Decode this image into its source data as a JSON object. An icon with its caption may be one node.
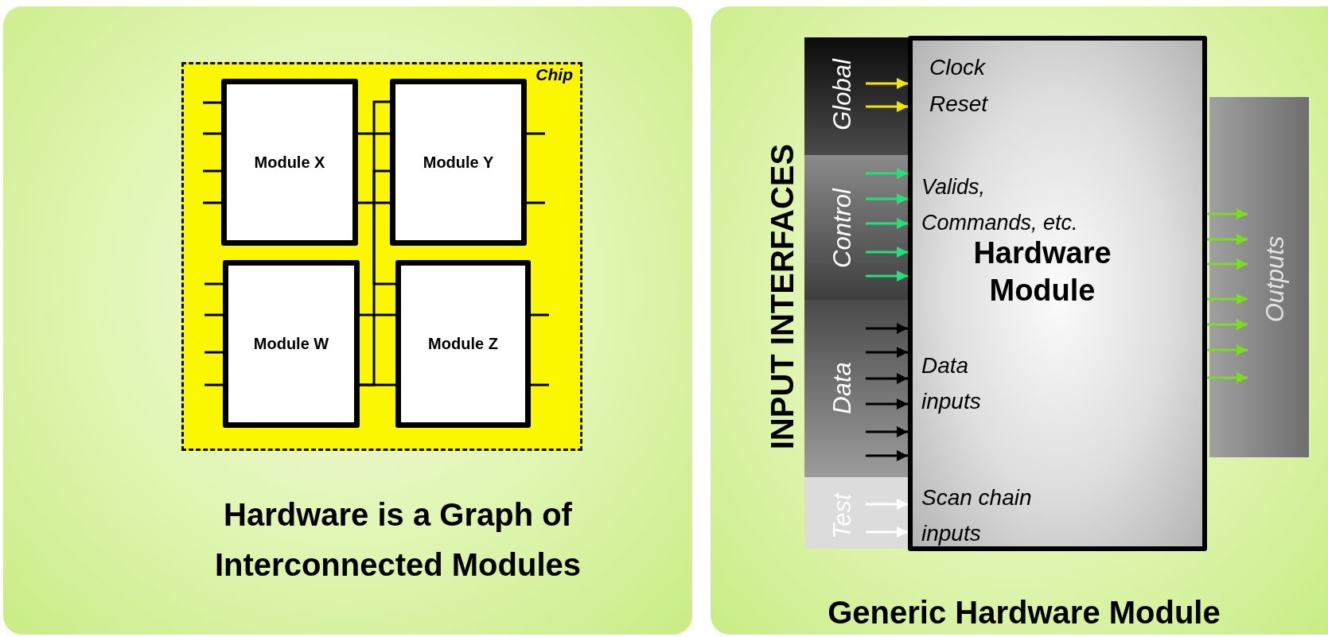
{
  "diagram": {
    "nodes": [
      {
        "text": [
          "Hardware is a Graph of Interconnected Modules"
        ]
      },
      {
        "text": [
          "Chip"
        ],
        "in": 0
      },
      {
        "text": [
          "Module X"
        ],
        "in": 1
      },
      {
        "text": [
          "Module Y"
        ],
        "in": 1
      },
      {
        "text": [
          "Module W"
        ],
        "in": 1
      },
      {
        "text": [
          "Module Z"
        ],
        "in": 1
      },
      {
        "text": [
          "Generic Hardware Module"
        ]
      },
      {
        "text": [
          "Global"
        ],
        "in": 6
      },
      {
        "text": [
          "Control"
        ],
        "in": 6
      },
      {
        "text": [
          "Data"
        ],
        "in": 6
      },
      {
        "text": [
          "Test"
        ],
        "in": 6
      },
      {
        "text": [
          "Clock",
          "Reset",
          "Valids, Commands, etc.",
          "Hardware Module",
          "Data inputs",
          "Scan chain inputs"
        ],
        "in": 6
      },
      {
        "text": [
          "Outputs"
        ],
        "in": 6
      }
    ],
    "edges": [
      {
        "from": 2,
        "to": 3,
        "arrow": "none"
      },
      {
        "from": 2,
        "to": 3,
        "arrow": "none"
      },
      {
        "from": 4,
        "to": 5,
        "arrow": "none"
      },
      {
        "from": 4,
        "to": 5,
        "arrow": "none"
      },
      {
        "from": 3,
        "to": 5,
        "arrow": "none"
      },
      {
        "from": 3,
        "to": 4,
        "arrow": "none"
      },
      {
        "from": null,
        "to": 2,
        "arrow": "none"
      },
      {
        "from": null,
        "to": 2,
        "arrow": "none"
      },
      {
        "from": null,
        "to": 2,
        "arrow": "none"
      },
      {
        "from": null,
        "to": 2,
        "arrow": "none"
      },
      {
        "from": null,
        "to": 4,
        "arrow": "none"
      },
      {
        "from": null,
        "to": 4,
        "arrow": "none"
      },
      {
        "from": null,
        "to": 4,
        "arrow": "none"
      },
      {
        "from": null,
        "to": 4,
        "arrow": "none"
      },
      {
        "from": 3,
        "to": null,
        "arrow": "none"
      },
      {
        "from": 3,
        "to": null,
        "arrow": "none"
      },
      {
        "from": 5,
        "to": null,
        "arrow": "none"
      },
      {
        "from": 5,
        "to": null,
        "arrow": "none"
      },
      {
        "from": 7,
        "to": 11,
        "arrow": "to",
        "color": "#f2e600"
      },
      {
        "from": 7,
        "to": 11,
        "arrow": "to",
        "color": "#f2e600"
      },
      {
        "from": 8,
        "to": 11,
        "arrow": "to",
        "color": "#22e07a"
      },
      {
        "from": 8,
        "to": 11,
        "arrow": "to",
        "color": "#22e07a"
      },
      {
        "from": 8,
        "to": 11,
        "arrow": "to",
        "color": "#22e07a"
      },
      {
        "from": 8,
        "to": 11,
        "arrow": "to",
        "color": "#22e07a"
      },
      {
        "from": 8,
        "to": 11,
        "arrow": "to",
        "color": "#22e07a"
      },
      {
        "from": 9,
        "to": 11,
        "arrow": "to"
      },
      {
        "from": 9,
        "to": 11,
        "arrow": "to"
      },
      {
        "from": 9,
        "to": 11,
        "arrow": "to"
      },
      {
        "from": 9,
        "to": 11,
        "arrow": "to"
      },
      {
        "from": 9,
        "to": 11,
        "arrow": "to"
      },
      {
        "from": 9,
        "to": 11,
        "arrow": "to"
      },
      {
        "from": 10,
        "to": 11,
        "arrow": "to",
        "color": "#ffffff"
      },
      {
        "from": 10,
        "to": 11,
        "arrow": "to",
        "color": "#ffffff"
      },
      {
        "from": 11,
        "to": 12,
        "arrow": "to",
        "color": "#7ddc1f"
      },
      {
        "from": 11,
        "to": 12,
        "arrow": "to",
        "color": "#7ddc1f"
      },
      {
        "from": 11,
        "to": 12,
        "arrow": "to",
        "color": "#7ddc1f"
      },
      {
        "from": 11,
        "to": 12,
        "arrow": "to",
        "color": "#7ddc1f"
      },
      {
        "from": 11,
        "to": 12,
        "arrow": "to",
        "color": "#7ddc1f"
      },
      {
        "from": 11,
        "to": 12,
        "arrow": "to",
        "color": "#7ddc1f"
      },
      {
        "from": 11,
        "to": 12,
        "arrow": "to",
        "color": "#7ddc1f"
      }
    ],
    "labels": [
      "INPUT INTERFACES"
    ]
  }
}
